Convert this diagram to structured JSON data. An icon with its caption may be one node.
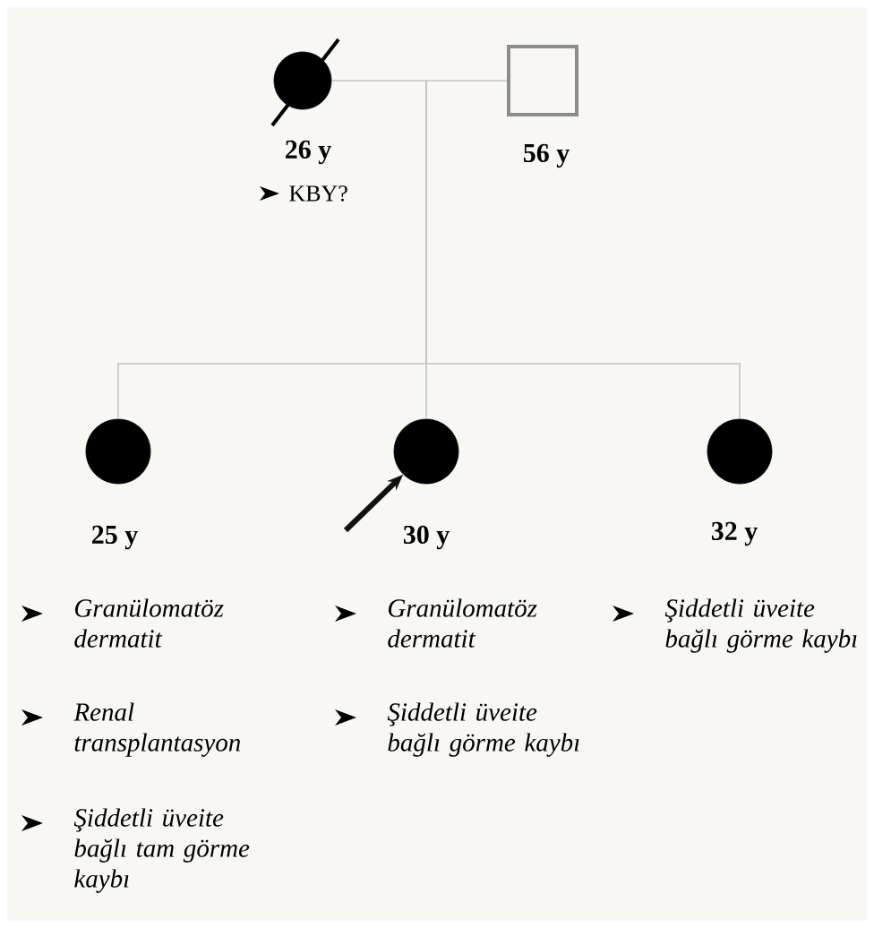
{
  "diagram": {
    "nodes": [
      {
        "text": [],
        "shape": "circle",
        "beside": [
          "26 y",
          "KBY?"
        ]
      },
      {
        "text": [],
        "shape": "box",
        "beside": [
          "56 y"
        ]
      },
      {
        "text": [],
        "shape": "circle",
        "beside": [
          "25 y",
          "Granülomatöz dermatit",
          "Renal transplantasyon",
          "Şiddetli üveite bağlı tam görme kaybı"
        ]
      },
      {
        "text": [],
        "shape": "circle",
        "beside": [
          "30 y",
          "Granülomatöz dermatit",
          "Şiddetli üveite bağlı görme kaybı"
        ]
      },
      {
        "text": [],
        "shape": "circle",
        "beside": [
          "32 y",
          "Şiddetli üveite bağlı görme kaybı"
        ]
      }
    ],
    "edges": [
      {
        "from": 0,
        "to": 1,
        "arrow": "none"
      },
      {
        "from": null,
        "to": 2,
        "arrow": "none"
      },
      {
        "from": null,
        "to": 3,
        "arrow": "none"
      },
      {
        "from": null,
        "to": 4,
        "arrow": "none"
      },
      {
        "from": null,
        "to": 3,
        "arrow": "to",
        "style": "thick",
        "color": "#111111"
      }
    ]
  }
}
